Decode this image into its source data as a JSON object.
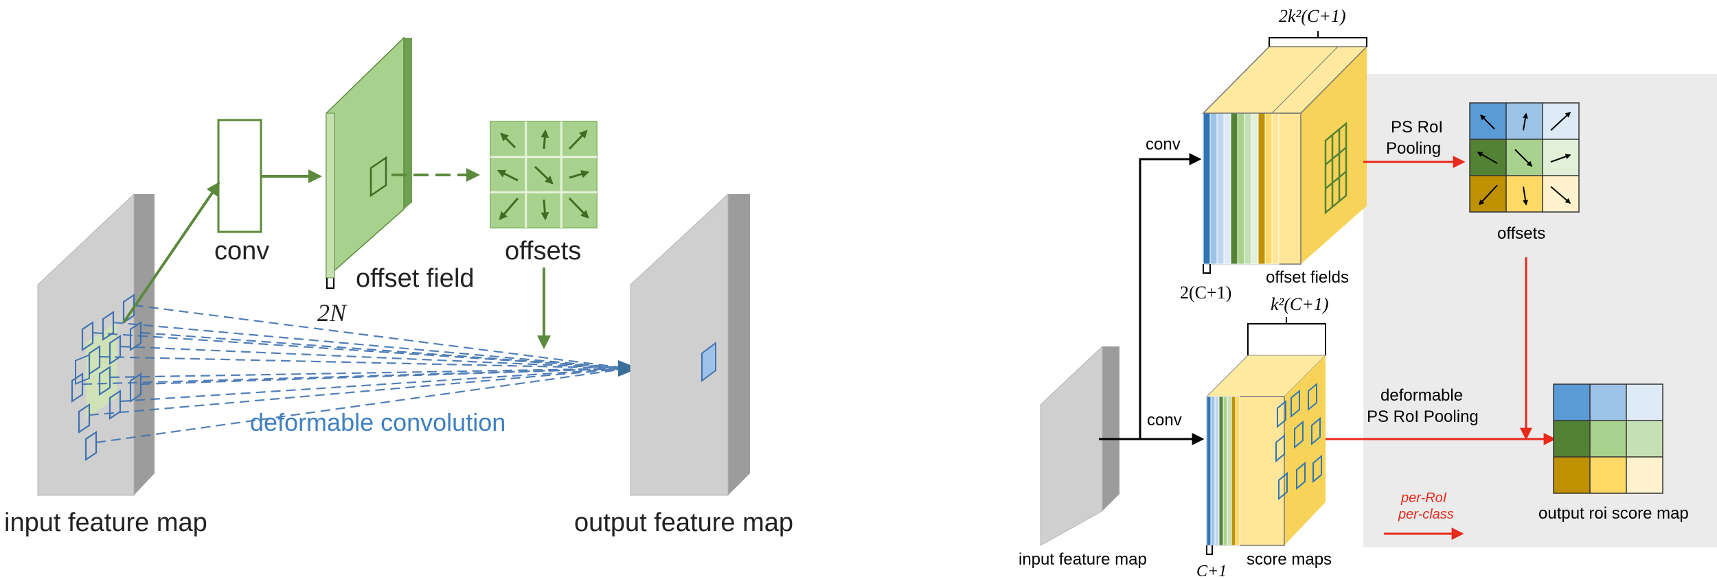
{
  "left_panel": {
    "conv_label": "conv",
    "offset_field_label": "offset field",
    "offset_field_dim": "2N",
    "offsets_label": "offsets",
    "deformable_conv_label": "deformable convolution",
    "input_label": "input feature map",
    "output_label": "output feature map"
  },
  "right_panel": {
    "top_dim_label": "2k²(C+1)",
    "conv_top_label": "conv",
    "offset_fields_label": "offset fields",
    "offset_fields_dim": "2(C+1)",
    "ps_roi_pooling_line1": "PS RoI",
    "ps_roi_pooling_line2": "Pooling",
    "offsets_label": "offsets",
    "mid_dim_label": "k²(C+1)",
    "conv_bottom_label": "conv",
    "deformable_line1": "deformable",
    "deformable_line2": "PS RoI Pooling",
    "input_label": "input feature map",
    "score_maps_dim": "C+1",
    "score_maps_label": "score maps",
    "per_roi_label": "per-RoI",
    "per_class_label": "per-class",
    "output_label": "output roi score map"
  },
  "colors": {
    "green": "#5b8a3c",
    "light_green": "#a9d18e",
    "blue": "#3b73a8",
    "red": "#e8291c",
    "gray": "#c8c8c8",
    "panel_bg": "#ebebeb"
  },
  "offset_arrow_icons": [
    "arrow-up-left",
    "arrow-up",
    "arrow-up-right",
    "arrow-left",
    "arrow-down-right",
    "arrow-right",
    "arrow-down-left",
    "arrow-down",
    "arrow-down-right"
  ]
}
